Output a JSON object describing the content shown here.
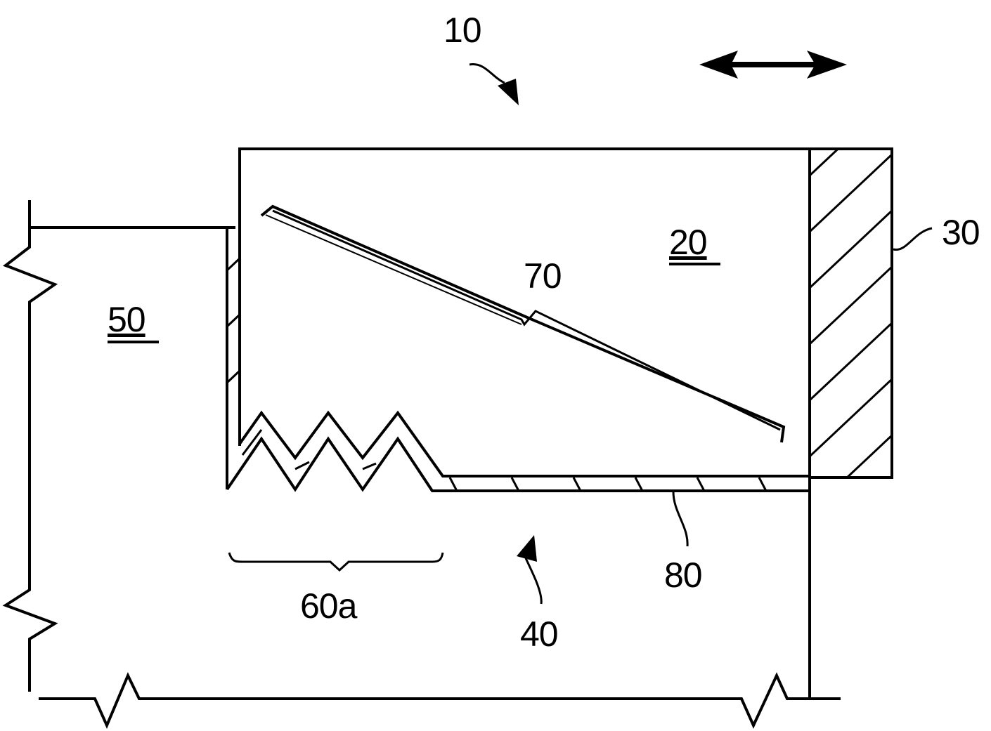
{
  "figure": {
    "labels": {
      "assembly": "10",
      "block": "20",
      "end_wall": "30",
      "opening": "40",
      "substrate": "50",
      "teeth": "60a",
      "blade": "70",
      "bottom_layer": "80"
    },
    "icons": {
      "motion_arrow": "double-headed-horizontal-arrow-icon"
    },
    "colors": {
      "ink": "#000000",
      "paper": "#ffffff"
    }
  }
}
